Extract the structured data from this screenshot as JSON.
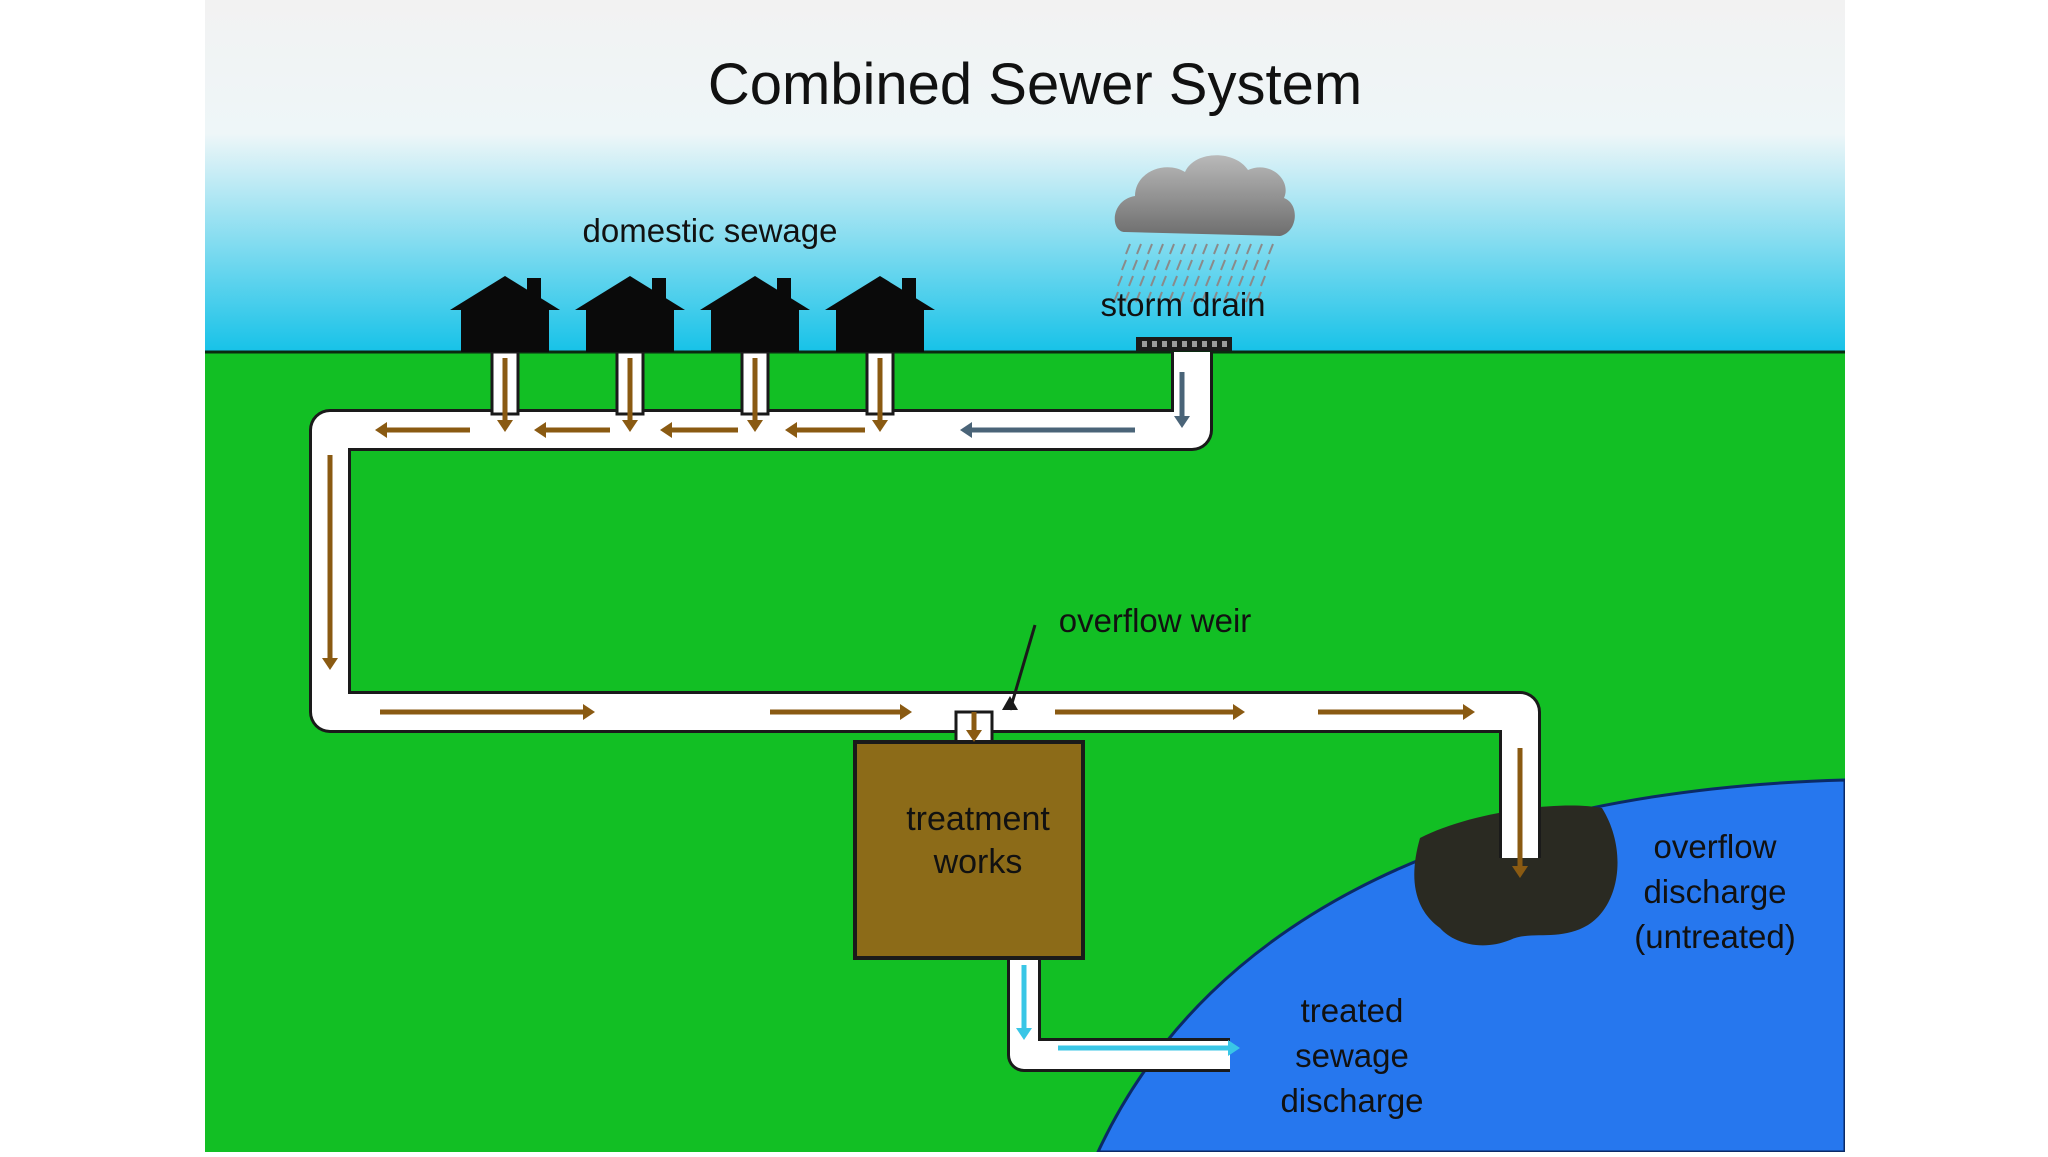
{
  "diagram": {
    "title": "Combined Sewer System",
    "labels": {
      "domestic_sewage": "domestic sewage",
      "storm_drain": "storm drain",
      "overflow_weir": "overflow weir",
      "treatment_works": [
        "treatment",
        "works"
      ],
      "overflow_discharge": [
        "overflow",
        "discharge",
        "(untreated)"
      ],
      "treated_discharge": [
        "treated",
        "sewage",
        "discharge"
      ]
    },
    "icons": {
      "house": "house-icon",
      "cloud": "rain-cloud-icon",
      "drain": "storm-drain-grate-icon"
    },
    "house_count": 4,
    "colors": {
      "sky_top": "#f2f2f2",
      "sky_bottom": "#17c2e8",
      "ground": "#12bf24",
      "water": "#2677ee",
      "pipe": "#ffffff",
      "sewage_arrow": "#8a5a12",
      "storm_arrow": "#4a6478",
      "treated_arrow": "#39c6e6",
      "treatment_box": "#8c6b18",
      "overflow_stain": "#2a2a22"
    }
  }
}
